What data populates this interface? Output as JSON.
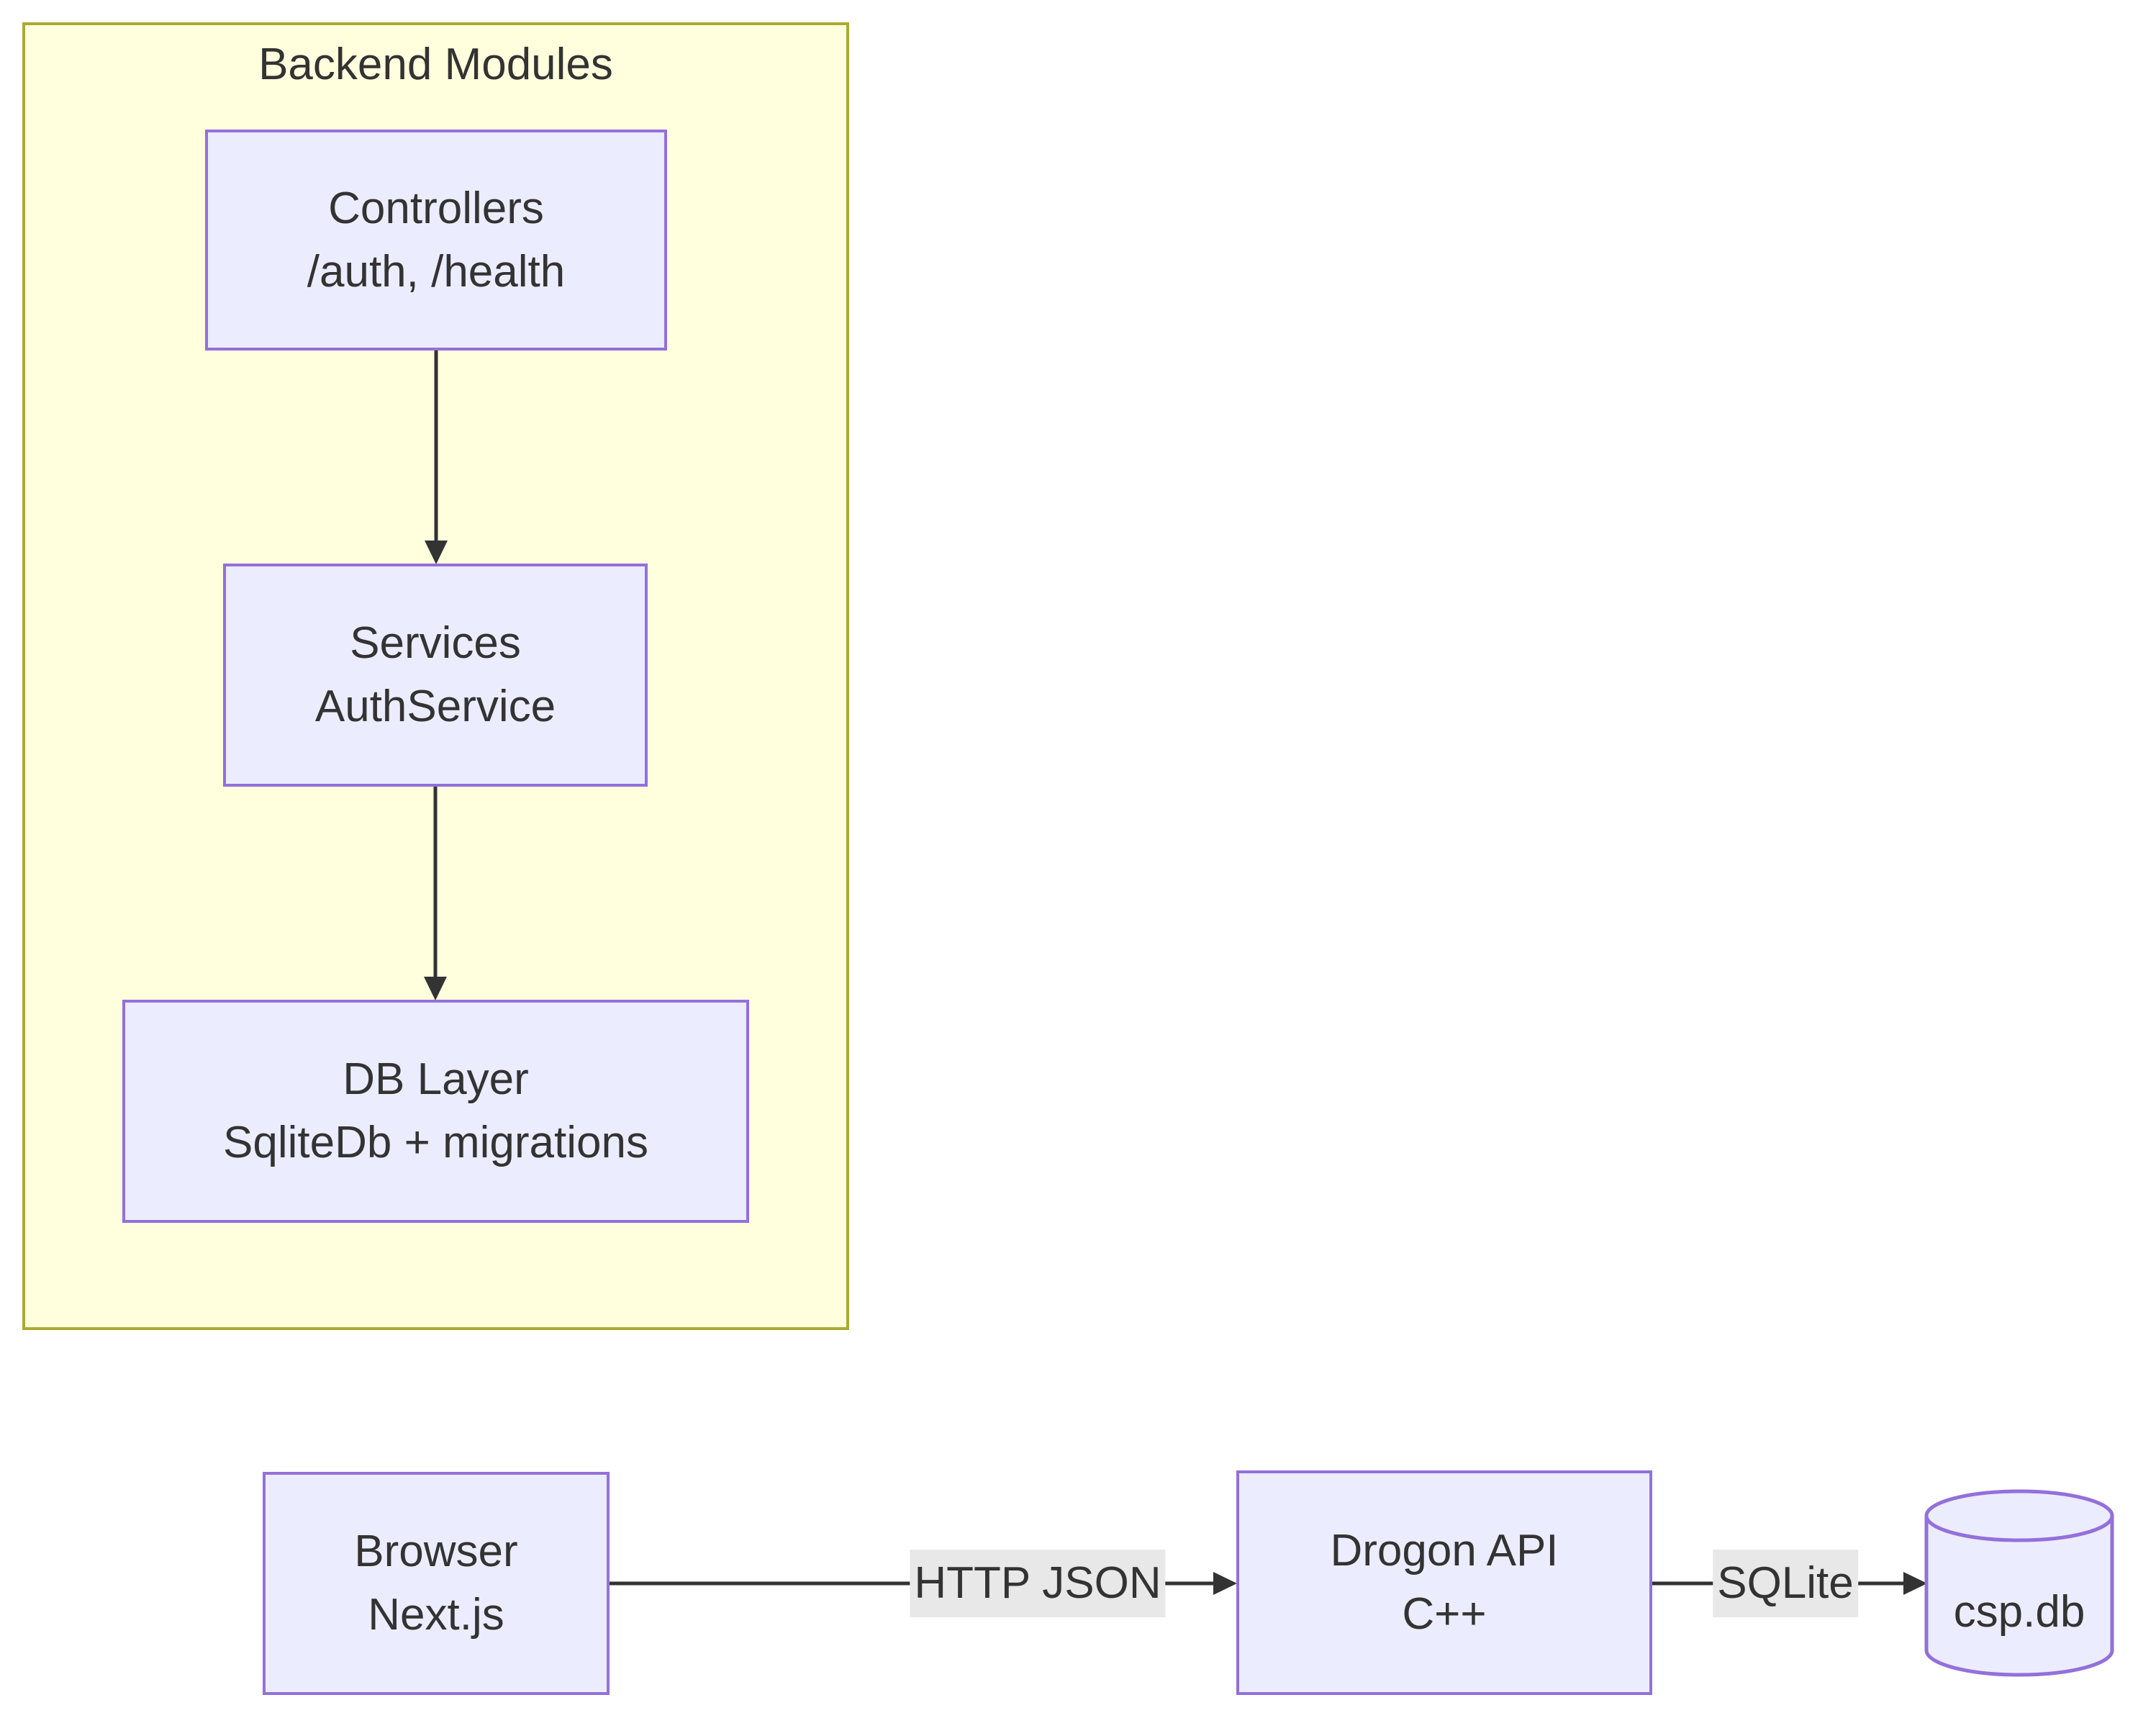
{
  "diagram": {
    "subgraph": {
      "title": "Backend Modules"
    },
    "nodes": {
      "controllers": {
        "line1": "Controllers",
        "line2": "/auth, /health"
      },
      "services": {
        "line1": "Services",
        "line2": "AuthService"
      },
      "db_layer": {
        "line1": "DB Layer",
        "line2": "SqliteDb + migrations"
      },
      "browser": {
        "line1": "Browser",
        "line2": "Next.js"
      },
      "drogon_api": {
        "line1": "Drogon API",
        "line2": "C++"
      },
      "database": {
        "label": "csp.db"
      }
    },
    "edges": {
      "controllers_to_services": {
        "label": ""
      },
      "services_to_db_layer": {
        "label": ""
      },
      "browser_to_drogon": {
        "label": "HTTP JSON"
      },
      "drogon_to_database": {
        "label": "SQLite"
      }
    },
    "colors": {
      "node_fill": "#ECECFF",
      "node_border": "#9370DB",
      "cluster_fill": "#FFFFDE",
      "cluster_border": "#AAAA33",
      "edge": "#333333",
      "text": "#333333",
      "edge_label_bg": "#E8E8E8",
      "canvas_bg": "#FFFFFF"
    }
  }
}
